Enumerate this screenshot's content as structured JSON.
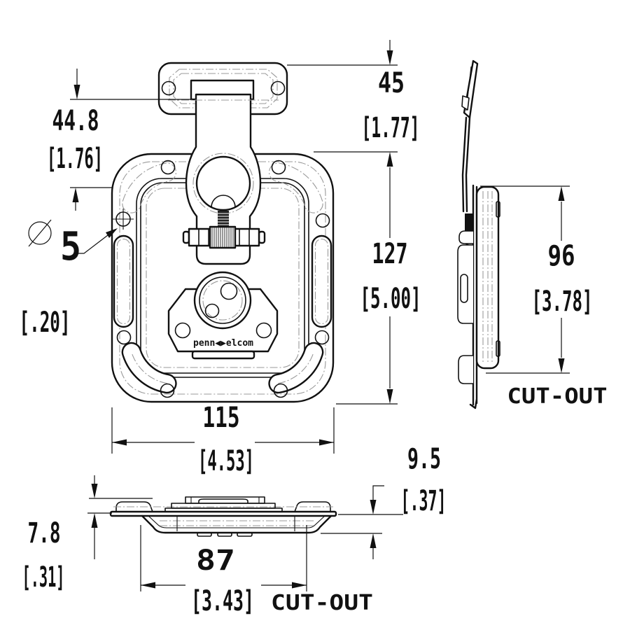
{
  "labels": {
    "cutout_side": "CUT-OUT",
    "cutout_bottom": "CUT-OUT",
    "brand": "penn◀▶elcom"
  },
  "dims": {
    "latch_offset": {
      "mm": "44.8",
      "inch": "[1.76]"
    },
    "strike_height": {
      "mm": "45",
      "inch": "[1.77]"
    },
    "hole_diameter": {
      "symbol": "⌀",
      "mm": "5",
      "inch": "[.20]"
    },
    "body_height": {
      "mm": "127",
      "inch": "[5.00]"
    },
    "cutout_height": {
      "mm": "96",
      "inch": "[3.78]"
    },
    "body_width": {
      "mm": "115",
      "inch": "[4.53]"
    },
    "pad_standoff": {
      "mm": "7.8",
      "inch": "[.31]"
    },
    "dish_depth": {
      "mm": "9.5",
      "inch": "[.37]"
    },
    "cutout_width": {
      "mm": "87",
      "inch": "[3.43]"
    }
  },
  "colors": {
    "line": "#111111",
    "hidden_line": "#9a9a9a",
    "background": "#ffffff"
  }
}
